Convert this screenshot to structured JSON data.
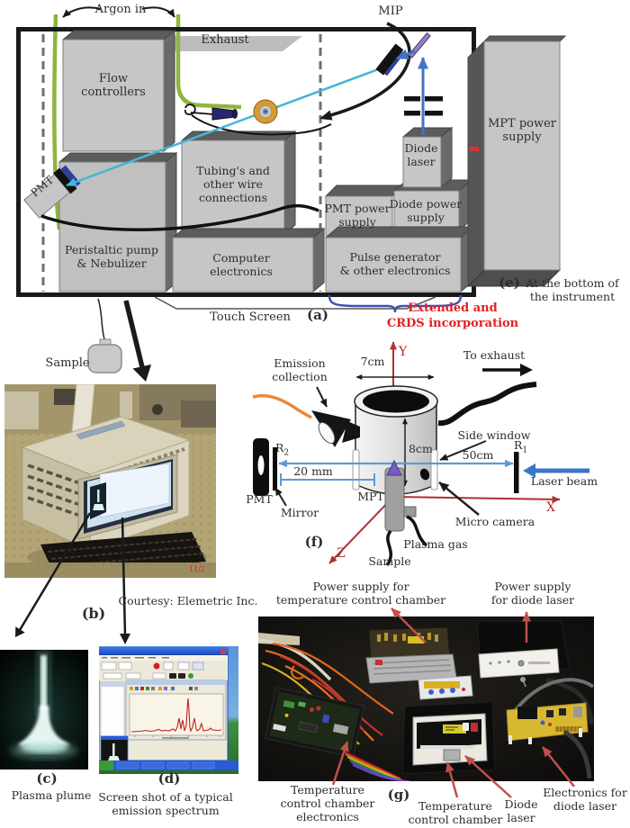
{
  "colors": {
    "crds_red": "#e02020",
    "photo_arrow_red": "#c0504d",
    "axis_red": "#b03030",
    "laser_cyan": "#45b5d8",
    "laser_blue": "#4472c4",
    "argon_green": "#8db53f",
    "brace_blue": "#3f51b5",
    "box_gray": "#c6c6c6",
    "enclosure_black": "#1a1a1a"
  },
  "panel_a": {
    "argon_in": "Argon in",
    "exhaust": "Exhaust",
    "mip": "MIP",
    "flow_controllers": {
      "lines": [
        "Flow",
        "controllers"
      ]
    },
    "tubings": {
      "lines": [
        "Tubing's and",
        "other wire",
        "connections"
      ]
    },
    "peristaltic": {
      "lines": [
        "Peristaltic pump",
        "& Nebulizer"
      ]
    },
    "computer": {
      "lines": [
        "Computer",
        "electronics"
      ]
    },
    "pmt_power": {
      "lines": [
        "PMT power",
        "supply"
      ]
    },
    "diode_power": {
      "lines": [
        "Diode power",
        "supply"
      ]
    },
    "pulse_gen": {
      "lines": [
        "Pulse generator",
        "& other electronics"
      ]
    },
    "diode_laser": {
      "lines": [
        "Diode",
        "laser"
      ]
    },
    "mpt_power": {
      "lines": [
        "MPT power",
        "supply"
      ]
    },
    "pmt": "PMT",
    "touch_screen": "Touch Screen",
    "tag": "(a)",
    "sample": "Sample",
    "note": {
      "tag": "(e)",
      "lines": [
        "At the bottom of",
        "the instrument"
      ]
    },
    "crds": {
      "lines": [
        "Extended and",
        "CRDS incorporation"
      ]
    }
  },
  "panel_f": {
    "tag": "(f)",
    "axis": {
      "y": "Y",
      "x": "X",
      "z": "Z"
    },
    "dim_width": "7cm",
    "dim_height": "8cm",
    "dim_short": "20 mm",
    "dim_long": "50cm",
    "emission": {
      "lines": [
        "Emission",
        "collection"
      ]
    },
    "to_exhaust": "To exhaust",
    "side_window": "Side window",
    "r1": {
      "base": "R",
      "sub": "1"
    },
    "r2": {
      "base": "R",
      "sub": "2"
    },
    "pmt": "PMT",
    "mirror": "Mirror",
    "mpt": "MPT",
    "laser_beam": "Laser beam",
    "micro_camera": "Micro camera",
    "plasma_gas": "Plasma gas",
    "sample": "Sample"
  },
  "panel_b": {
    "tag": "(b)",
    "courtesy": "Courtesy: Elemetric Inc.",
    "timestamp": "11/2"
  },
  "panel_c": {
    "tag": "(c)",
    "caption": "Plasma plume"
  },
  "panel_d": {
    "tag": "(d)",
    "caption": {
      "lines": [
        "Screen shot of a typical",
        "emission spectrum"
      ]
    }
  },
  "panel_g": {
    "tag": "(g)",
    "ps_temp": {
      "lines": [
        "Power supply for",
        "temperature control chamber"
      ]
    },
    "ps_diode": {
      "lines": [
        "Power supply",
        "for diode laser"
      ]
    },
    "temp_electronics": {
      "lines": [
        "Temperature",
        "control chamber",
        "electronics"
      ]
    },
    "temp_chamber": {
      "lines": [
        "Temperature",
        "control chamber"
      ]
    },
    "diode_laser": {
      "lines": [
        "Diode",
        "laser"
      ]
    },
    "electronics_diode": {
      "lines": [
        "Electronics for",
        "diode laser"
      ]
    }
  }
}
